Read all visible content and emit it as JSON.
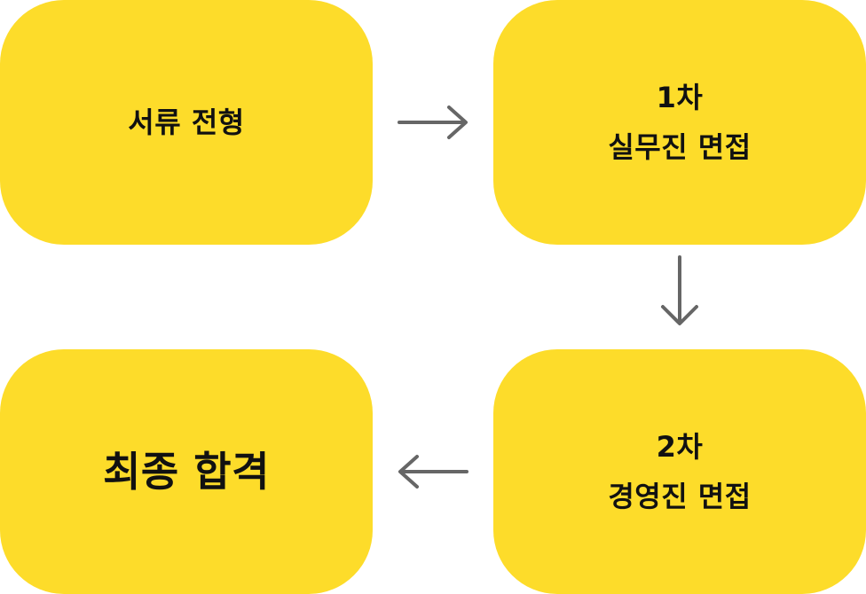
{
  "colors": {
    "box_fill": "#fddc2a",
    "text": "#111111",
    "arrow": "#666666"
  },
  "steps": [
    {
      "lines": [
        "서류 전형"
      ]
    },
    {
      "lines": [
        "1차",
        "실무진 면접"
      ]
    },
    {
      "lines": [
        "2차",
        "경영진 면접"
      ]
    },
    {
      "lines": [
        "최종 합격"
      ]
    }
  ],
  "arrows": [
    {
      "direction": "right"
    },
    {
      "direction": "down"
    },
    {
      "direction": "left"
    }
  ]
}
